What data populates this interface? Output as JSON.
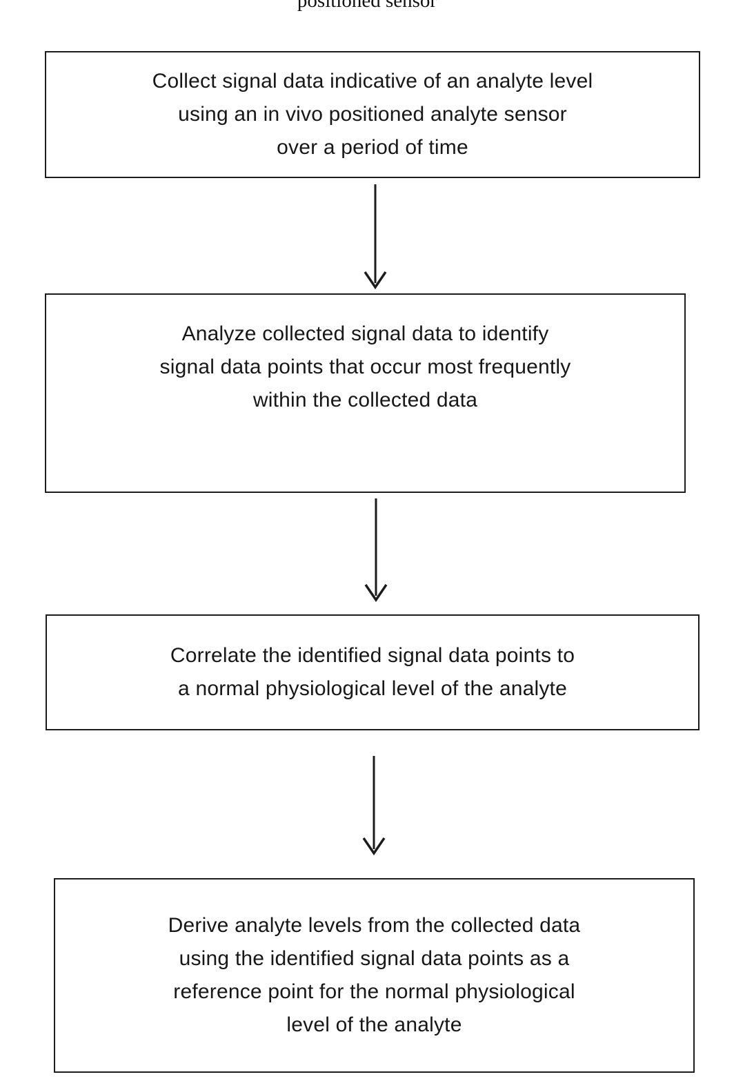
{
  "figure": {
    "header_caption": "positioned sensor",
    "type": "flowchart",
    "orientation": "vertical",
    "ink_color": "#171717",
    "background_color": "#ffffff"
  },
  "nodes": [
    {
      "id": "node-1",
      "label": "Collect signal data indicative of an analyte level\nusing an in vivo positioned analyte sensor\nover a period of time",
      "shape": "rectangle",
      "line_count": 3
    },
    {
      "id": "node-2",
      "label": "Analyze collected signal data to identify\nsignal data points that occur most frequently\nwithin the collected data",
      "shape": "rectangle",
      "line_count": 3
    },
    {
      "id": "node-3",
      "label": "Correlate the identified signal data points to\na normal physiological level of the analyte",
      "shape": "rectangle",
      "line_count": 2
    },
    {
      "id": "node-4",
      "label": "Derive analyte levels from the collected data\nusing the identified signal data points as a\nreference point for the normal physiological\nlevel of the analyte",
      "shape": "rectangle",
      "line_count": 4
    }
  ],
  "edges": [
    {
      "id": "edge-1",
      "from": "node-1",
      "to": "node-2",
      "style": "solid-arrow-down",
      "label": ""
    },
    {
      "id": "edge-2",
      "from": "node-2",
      "to": "node-3",
      "style": "solid-arrow-down",
      "label": ""
    },
    {
      "id": "edge-3",
      "from": "node-3",
      "to": "node-4",
      "style": "solid-arrow-down",
      "label": ""
    }
  ]
}
